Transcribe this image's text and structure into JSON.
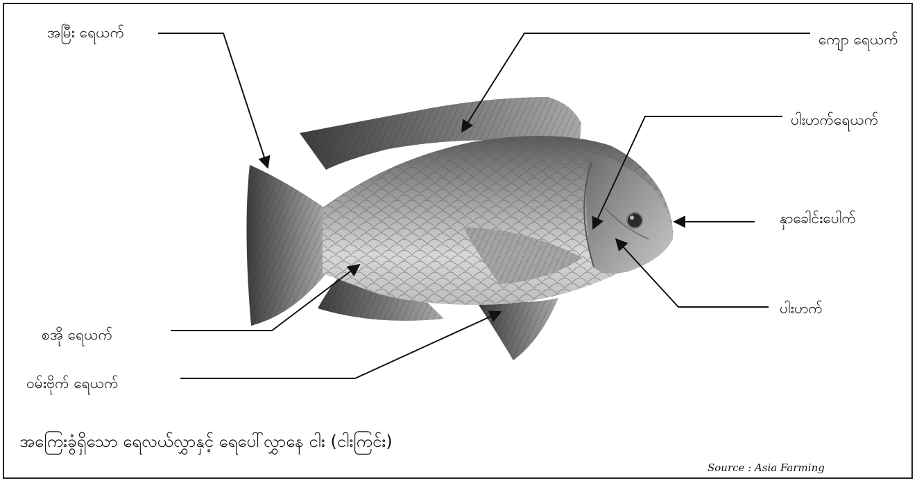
{
  "labels": {
    "tail_fin": "အမြီး ရေယက်",
    "dorsal_fin": "ကျော ရေယက်",
    "gill_cover_fin": "ပါးဟက်ရေယက်",
    "mouth": "နှာခေါင်းပေါက်",
    "gill": "ပါးဟက်",
    "pelvic_fin": "စအို ရေယက်",
    "anal_fin": "ဝမ်းဗိုက် ရေယက်"
  },
  "caption": "အကြေးခွံရှိသော ရေလယ်လွှာနှင့် ရေပေါ်လွှာနေ ငါး (ငါးကြင်း)",
  "source": "Source : Asia Farming",
  "colors": {
    "border": "#222222",
    "leader_line": "#111111",
    "fish_dark": "#4a4a4a",
    "fish_mid": "#8e8e8e",
    "fish_light": "#e2e2e2"
  }
}
